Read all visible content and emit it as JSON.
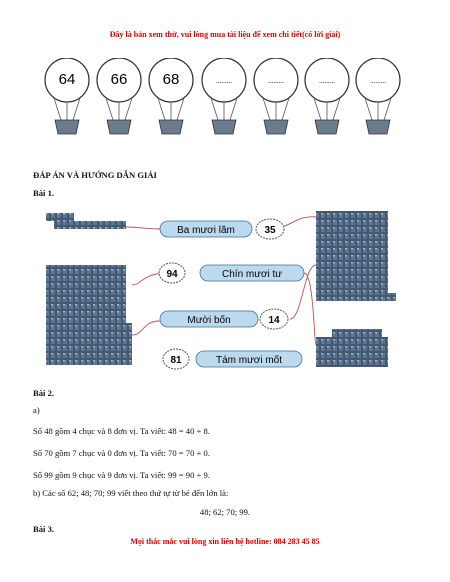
{
  "notices": {
    "top": "Đây là bản xem thử, vui lòng mua tài liệu để xem chi tiết(có lời giải)",
    "bottom": "Mọi thắc mắc vui lòng xin liên hệ hotline: 084 283 45 85"
  },
  "balloons": [
    "64",
    "66",
    "68",
    ".........",
    ".........",
    ".........",
    "........."
  ],
  "heading": "ĐÁP ÁN VÀ HƯỚNG DẪN GIẢI",
  "ex1": {
    "title": "Bài 1.",
    "labels": [
      "Ba mươi lăm",
      "Chín mươi tư",
      "Mười bốn",
      "Tám mươi mốt"
    ],
    "numbers": [
      "35",
      "94",
      "14",
      "81"
    ]
  },
  "ex2": {
    "title": "Bài 2.",
    "part_a": "a)",
    "lines": [
      "Số 48 gồm 4 chục và 8 đơn vị. Ta viết: 48 = 40 + 8.",
      "Số 70 gồm 7 chục và 0 đơn vị. Ta viết: 70 = 70 + 0.",
      "Số 99 gồm 9 chục và 9 đơn vị. Ta viết: 99 = 90 + 9."
    ],
    "part_b": "b) Các số 62; 48; 70; 99 viết theo thứ tự từ bé đến lớn là:",
    "answer": "48; 62; 70; 99."
  },
  "ex3": {
    "title": "Bài 3."
  }
}
